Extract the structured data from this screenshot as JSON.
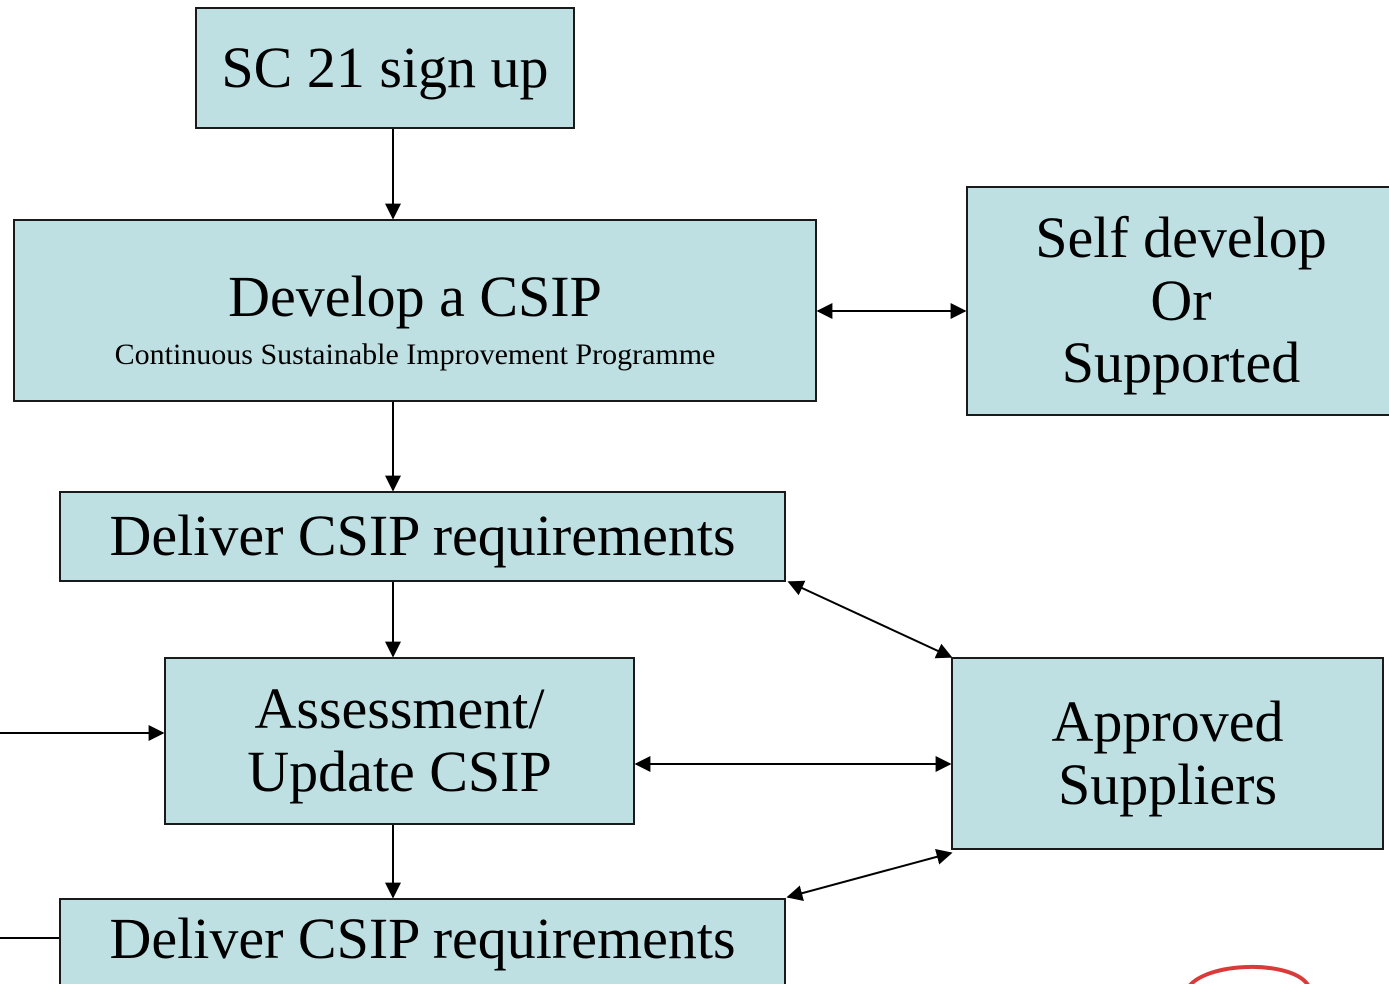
{
  "diagram": {
    "nodes": {
      "signup": {
        "label": "SC 21 sign up"
      },
      "develop": {
        "label": "Develop a CSIP",
        "sublabel": "Continuous Sustainable Improvement Programme"
      },
      "self": {
        "lines": [
          "Self develop",
          "Or",
          "Supported"
        ]
      },
      "deliver1": {
        "label": "Deliver CSIP requirements"
      },
      "assess": {
        "lines": [
          "Assessment/",
          "Update CSIP"
        ]
      },
      "approved": {
        "lines": [
          "Approved",
          "Suppliers"
        ]
      },
      "deliver2": {
        "label": "Deliver CSIP requirements"
      }
    },
    "edges": [
      {
        "from": "signup",
        "to": "develop",
        "direction": "forward"
      },
      {
        "from": "develop",
        "to": "self",
        "direction": "both"
      },
      {
        "from": "develop",
        "to": "deliver1",
        "direction": "forward"
      },
      {
        "from": "deliver1",
        "to": "assess",
        "direction": "forward"
      },
      {
        "from": "deliver1",
        "to": "approved",
        "direction": "both"
      },
      {
        "from": "assess",
        "to": "approved",
        "direction": "both"
      },
      {
        "from": "assess",
        "to": "deliver2",
        "direction": "forward"
      },
      {
        "from": "deliver2",
        "to": "approved",
        "direction": "both"
      }
    ],
    "colors": {
      "box_fill": "#bfe0e3",
      "box_border": "#1a1a1a",
      "line": "#000000",
      "seal": "#d93a3a"
    }
  }
}
